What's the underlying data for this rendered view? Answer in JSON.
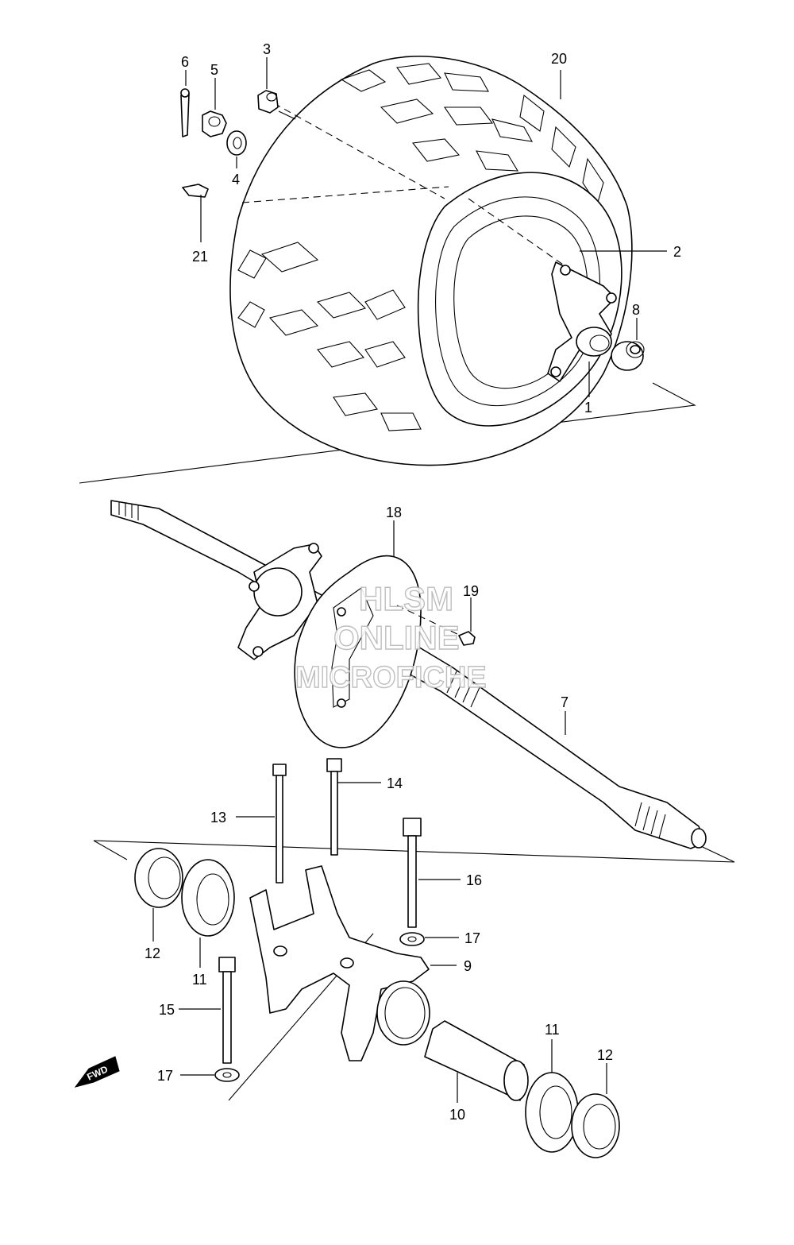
{
  "watermark": {
    "line1": "HLSM",
    "line2": "ONLINE",
    "line3": "MICROFICHE"
  },
  "direction_badge": "FWD",
  "callouts": [
    {
      "id": "1",
      "label": "1"
    },
    {
      "id": "2",
      "label": "2"
    },
    {
      "id": "3",
      "label": "3"
    },
    {
      "id": "4",
      "label": "4"
    },
    {
      "id": "5",
      "label": "5"
    },
    {
      "id": "6",
      "label": "6"
    },
    {
      "id": "7",
      "label": "7"
    },
    {
      "id": "8",
      "label": "8"
    },
    {
      "id": "9",
      "label": "9"
    },
    {
      "id": "10",
      "label": "10"
    },
    {
      "id": "11a",
      "label": "11"
    },
    {
      "id": "11b",
      "label": "11"
    },
    {
      "id": "12a",
      "label": "12"
    },
    {
      "id": "12b",
      "label": "12"
    },
    {
      "id": "13",
      "label": "13"
    },
    {
      "id": "14",
      "label": "14"
    },
    {
      "id": "15",
      "label": "15"
    },
    {
      "id": "16",
      "label": "16"
    },
    {
      "id": "17a",
      "label": "17"
    },
    {
      "id": "17b",
      "label": "17"
    },
    {
      "id": "18",
      "label": "18"
    },
    {
      "id": "19",
      "label": "19"
    },
    {
      "id": "20",
      "label": "20"
    },
    {
      "id": "21",
      "label": "21"
    }
  ]
}
